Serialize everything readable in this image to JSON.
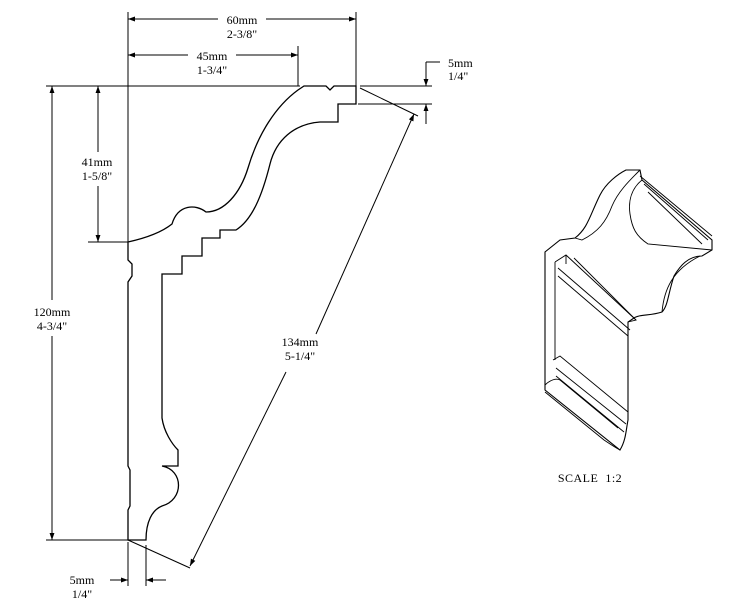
{
  "dimensions": {
    "overall_width": {
      "mm": "60mm",
      "inch": "2-3/8\""
    },
    "projection_width": {
      "mm": "45mm",
      "inch": "1-3/4\""
    },
    "top_step": {
      "mm": "5mm",
      "inch": "1/4\""
    },
    "top_height": {
      "mm": "41mm",
      "inch": "1-5/8\""
    },
    "overall_height": {
      "mm": "120mm",
      "inch": "4-3/4\""
    },
    "diagonal": {
      "mm": "134mm",
      "inch": "5-1/4\""
    },
    "bottom_step": {
      "mm": "5mm",
      "inch": "1/4\""
    }
  },
  "scale_label": "SCALE  1:2",
  "colors": {
    "line": "#000000",
    "background": "#ffffff"
  }
}
